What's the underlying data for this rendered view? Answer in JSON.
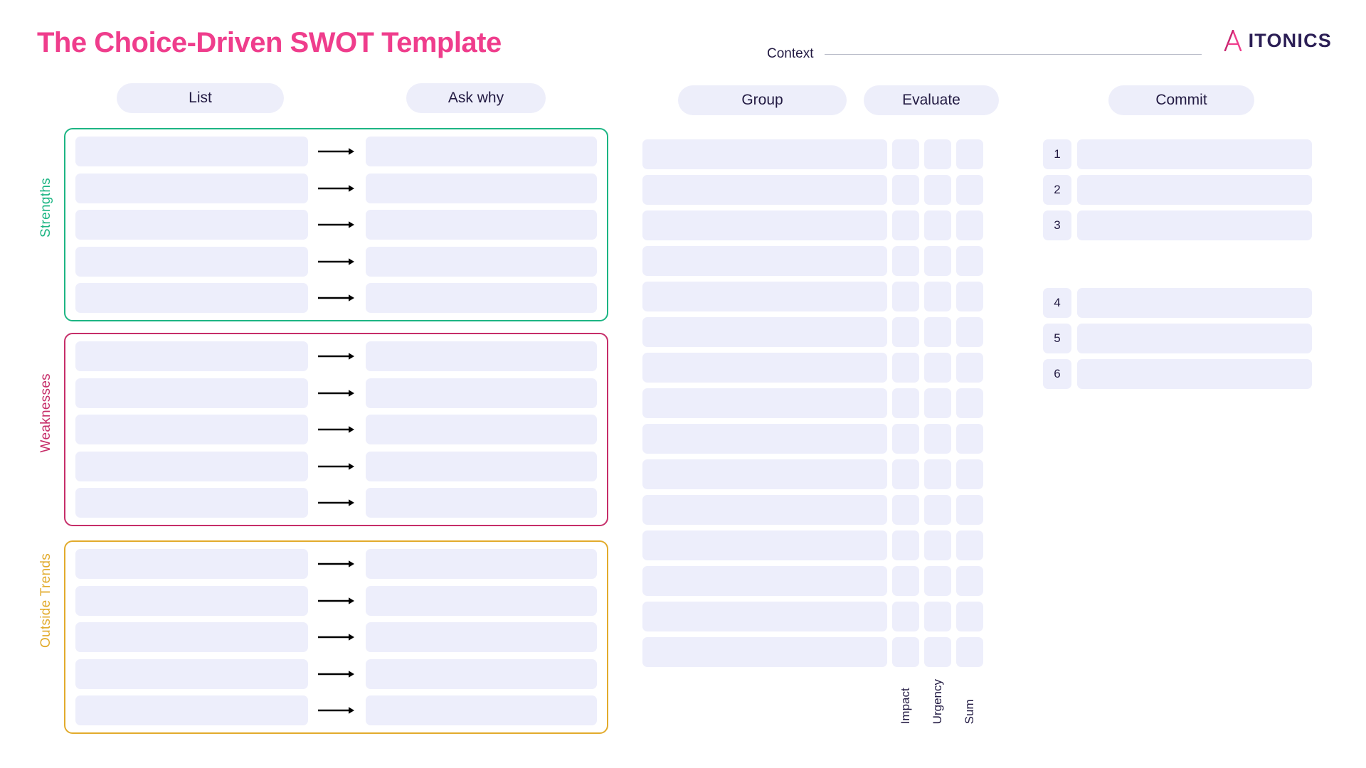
{
  "header": {
    "title": "The Choice-Driven SWOT Template",
    "context_label": "Context",
    "logo_text": "ITONICS",
    "logo_mark": "itonics-a-mark-icon"
  },
  "colors": {
    "title_pink": "#ef3d8c",
    "strengths_green": "#1cb583",
    "weaknesses_crimson": "#c62e69",
    "trends_amber": "#e2ab2c",
    "field_lavender": "#edeefb",
    "pill_lavender": "#edeefa",
    "text_navy": "#221a42"
  },
  "pills": {
    "list": "List",
    "ask_why": "Ask why",
    "group": "Group",
    "evaluate": "Evaluate",
    "commit": "Commit"
  },
  "swot_sections": [
    {
      "label": "Strengths",
      "color": "#1cb583",
      "rows": 5
    },
    {
      "label": "Weaknesses",
      "color": "#c62e69",
      "rows": 5
    },
    {
      "label": "Outside Trends",
      "color": "#e2ab2c",
      "rows": 5
    }
  ],
  "grid": {
    "row_count": 15,
    "score_columns": 3
  },
  "evaluate_axis_labels": [
    "Impact",
    "Urgency",
    "Sum"
  ],
  "commit": {
    "group_one": [
      "1",
      "2",
      "3"
    ],
    "group_two": [
      "4",
      "5",
      "6"
    ]
  },
  "arrow_glyph": "arrow-right-icon"
}
